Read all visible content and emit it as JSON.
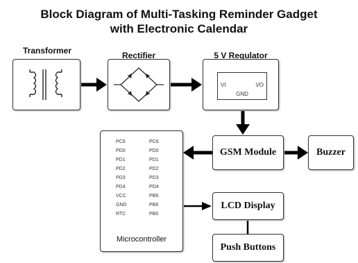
{
  "title": {
    "line1": "Block Diagram of Multi-Tasking Reminder Gadget",
    "line2": "with Electronic Calendar"
  },
  "blocks": {
    "transformer": "Transformer",
    "rectifier": "Rectifier",
    "regulator": "5 V Regulator",
    "regulator_pins": {
      "vi": "VI",
      "vo": "VO",
      "gnd": "GND"
    },
    "gsm": "GSM Module",
    "buzzer": "Buzzer",
    "lcd": "LCD Display",
    "push": "Push Buttons",
    "microcontroller": "Microcontroller"
  },
  "mc_pins_left": [
    "PC6",
    "PD0",
    "PD1",
    "PD2",
    "PD3",
    "PD4",
    "VCC",
    "GND",
    "RTC"
  ],
  "mc_pins_right": [
    "PC6",
    "PD0",
    "PD1",
    "PD2",
    "PD3",
    "PD4",
    "PB6",
    "PB6",
    "PB0"
  ]
}
